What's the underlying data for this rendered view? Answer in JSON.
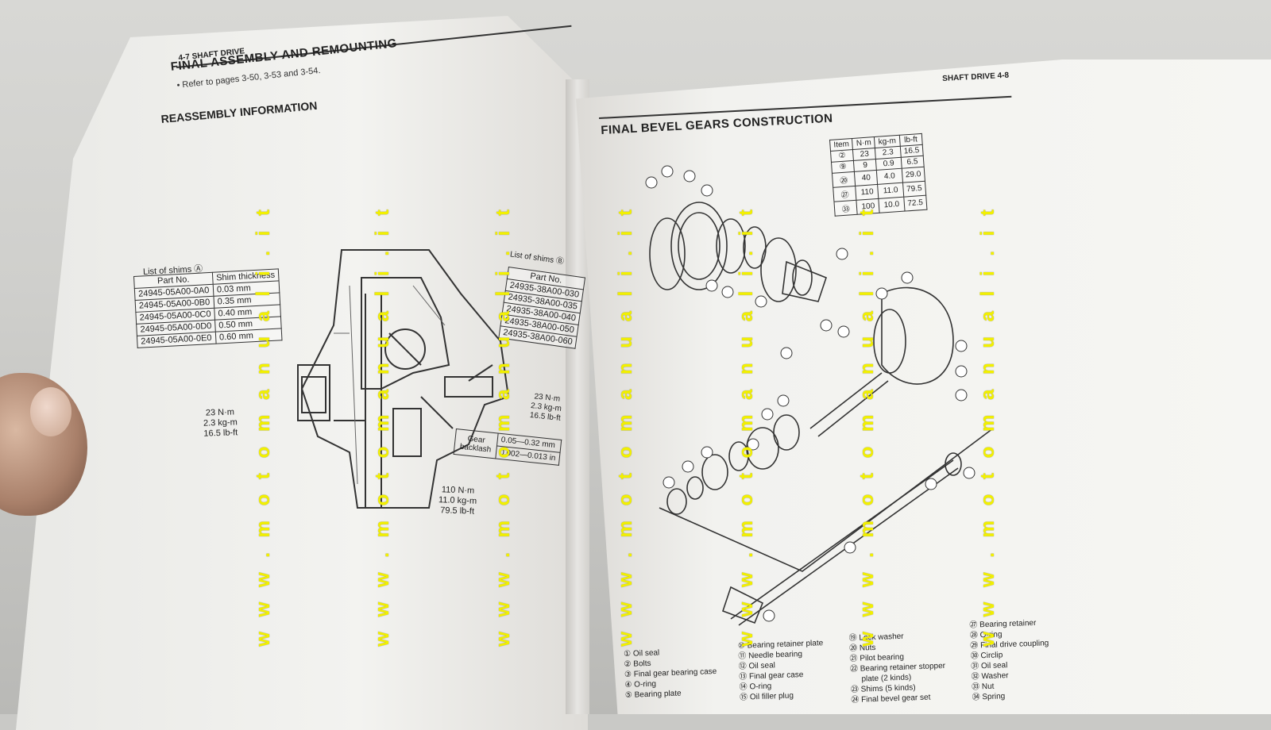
{
  "left_page": {
    "header": "4-7 SHAFT DRIVE",
    "title": "FINAL ASSEMBLY AND REMOUNTING",
    "subtitle": "• Refer to pages 3-50, 3-53 and 3-54.",
    "section": "REASSEMBLY INFORMATION",
    "shims_a": {
      "caption": "List of shims Ⓐ",
      "headers": [
        "Part No.",
        "Shim thickness"
      ],
      "rows": [
        [
          "24945-05A00-0A0",
          "0.03 mm"
        ],
        [
          "24945-05A00-0B0",
          "0.35 mm"
        ],
        [
          "24945-05A00-0C0",
          "0.40 mm"
        ],
        [
          "24945-05A00-0D0",
          "0.50 mm"
        ],
        [
          "24945-05A00-0E0",
          "0.60 mm"
        ]
      ]
    },
    "shims_b": {
      "caption": "List of shims Ⓑ",
      "headers": [
        "Part No."
      ],
      "rows": [
        "24935-38A00-030",
        "24935-38A00-035",
        "24935-38A00-040",
        "24935-38A00-050",
        "24935-38A00-060"
      ]
    },
    "torque_left": [
      "23 N·m",
      "2.3 kg-m",
      "16.5 lb-ft"
    ],
    "torque_mid": [
      "110 N·m",
      "11.0 kg-m",
      "79.5 lb-ft"
    ],
    "torque_right": [
      "23 N·m",
      "2.3 kg-m",
      "16.5 lb-ft"
    ],
    "backlash": {
      "label": "Gear backlash",
      "mm": "0.05—0.32 mm",
      "in": "0.002—0.013 in"
    }
  },
  "right_page": {
    "header": "SHAFT DRIVE 4-8",
    "title": "FINAL BEVEL GEARS CONSTRUCTION",
    "torque_table": {
      "headers": [
        "Item",
        "N·m",
        "kg-m",
        "lb-ft"
      ],
      "rows": [
        [
          "②",
          "23",
          "2.3",
          "16.5"
        ],
        [
          "⑨",
          "9",
          "0.9",
          "6.5"
        ],
        [
          "⑳",
          "40",
          "4.0",
          "29.0"
        ],
        [
          "㉗",
          "110",
          "11.0",
          "79.5"
        ],
        [
          "㉝",
          "100",
          "10.0",
          "72.5"
        ]
      ]
    },
    "legend": {
      "col1": [
        "① Oil seal",
        "② Bolts",
        "③ Final gear bearing case",
        "④ O-ring",
        "⑤ Bearing plate"
      ],
      "col2": [
        "⑩ Bearing retainer plate",
        "⑪ Needle bearing",
        "⑫ Oil seal",
        "⑬ Final gear case",
        "⑭ O-ring",
        "⑮ Oil filler plug"
      ],
      "col3": [
        "⑲ Lock washer",
        "⑳ Nuts",
        "㉑ Pilot bearing",
        "㉒ Bearing retainer stopper",
        "plate (2 kinds)",
        "㉓ Shims (5 kinds)",
        "㉔ Final bevel gear set"
      ],
      "col4": [
        "㉗ Bearing retainer",
        "㉘ O-ring",
        "㉙ Final drive coupling",
        "㉚ Circlip",
        "㉛ Oil seal",
        "㉜ Washer",
        "㉝ Nut",
        "㉞ Spring"
      ]
    }
  },
  "watermark": "w w w . m o t o m a n u a l i . i t"
}
